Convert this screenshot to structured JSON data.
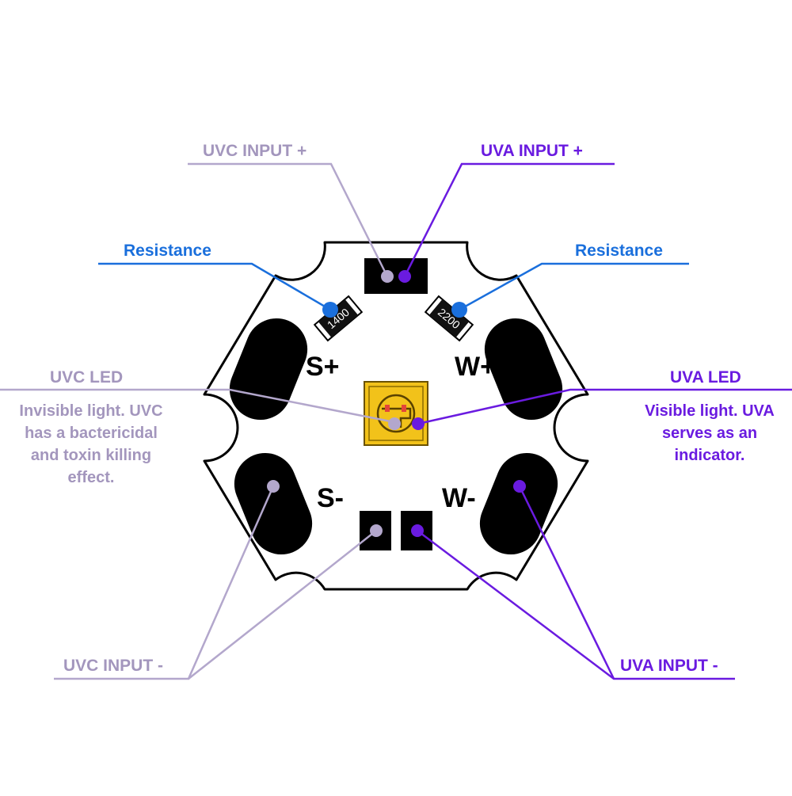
{
  "colors": {
    "uvc": "#b3a7cc",
    "uvc_text": "#a396bd",
    "uva": "#6a1be0",
    "resistance": "#1a6fdc",
    "board_stroke": "#000000",
    "pad": "#000000",
    "led_gold": "#f2c21a"
  },
  "labels": {
    "uvc_input_plus": "UVC INPUT +",
    "uva_input_plus": "UVA INPUT +",
    "resistance_left": "Resistance",
    "resistance_right": "Resistance",
    "uvc_led": "UVC LED",
    "uva_led": "UVA LED",
    "uvc_input_minus": "UVC INPUT -",
    "uva_input_minus": "UVA INPUT -"
  },
  "descriptions": {
    "uvc": [
      "Invisible light. UVC",
      "has a bactericidal",
      "and toxin killing",
      "effect."
    ],
    "uva": [
      "Visible light. UVA",
      "serves as an",
      "indicator."
    ]
  },
  "board": {
    "s_plus": "S+",
    "w_plus": "W+",
    "s_minus": "S-",
    "w_minus": "W-",
    "resistor_left_value": "1400",
    "resistor_right_value": "2200"
  }
}
